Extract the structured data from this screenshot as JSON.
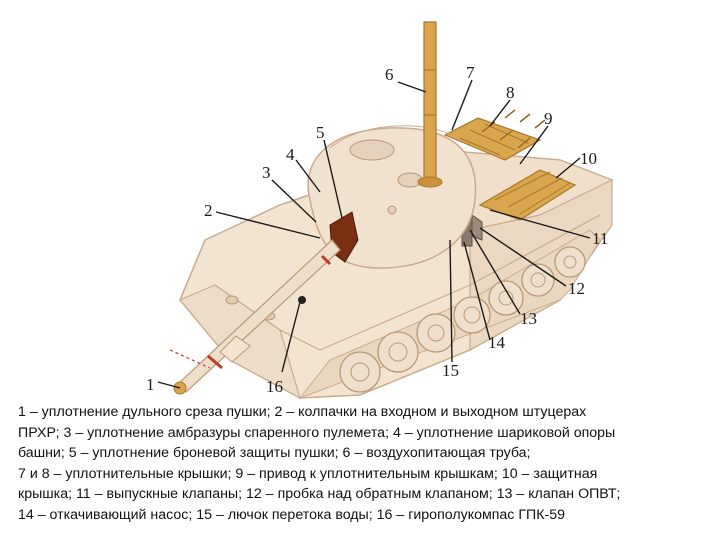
{
  "callouts": [
    "1",
    "2",
    "3",
    "4",
    "5",
    "6",
    "7",
    "8",
    "9",
    "10",
    "11",
    "12",
    "13",
    "14",
    "15",
    "16"
  ],
  "caption_lines": [
    "1 – уплотнение дульного среза пушки; 2 – колпачки на входном и выходном штуцерах",
    "ПРХР; 3 – уплотнение амбразуры спаренного пулемета; 4 – уплотнение шариковой опоры",
    "башни; 5 – уплотнение броневой защиты пушки; 6 – воздухопитающая труба;",
    "7 и 8 – уплотнительные крышки; 9 – привод к уплотнительным крышкам;  10 – защитная",
    "крышка; 11 – выпускные клапаны; 12 – пробка над обратным клапаном; 13 – клапан ОПВТ;",
    "14 – откачивающий насос; 15 – лючок перетока воды; 16 – гирополукомпас ГПК-59"
  ],
  "colors": {
    "hull": "#f3e4d2",
    "hull_shade": "#e6d2bc",
    "outline": "#c9ab8c",
    "highlight": "#d9a64e",
    "highlight_dark": "#a97628",
    "mantlet": "#7a2e12",
    "seal_red": "#c0392b"
  }
}
